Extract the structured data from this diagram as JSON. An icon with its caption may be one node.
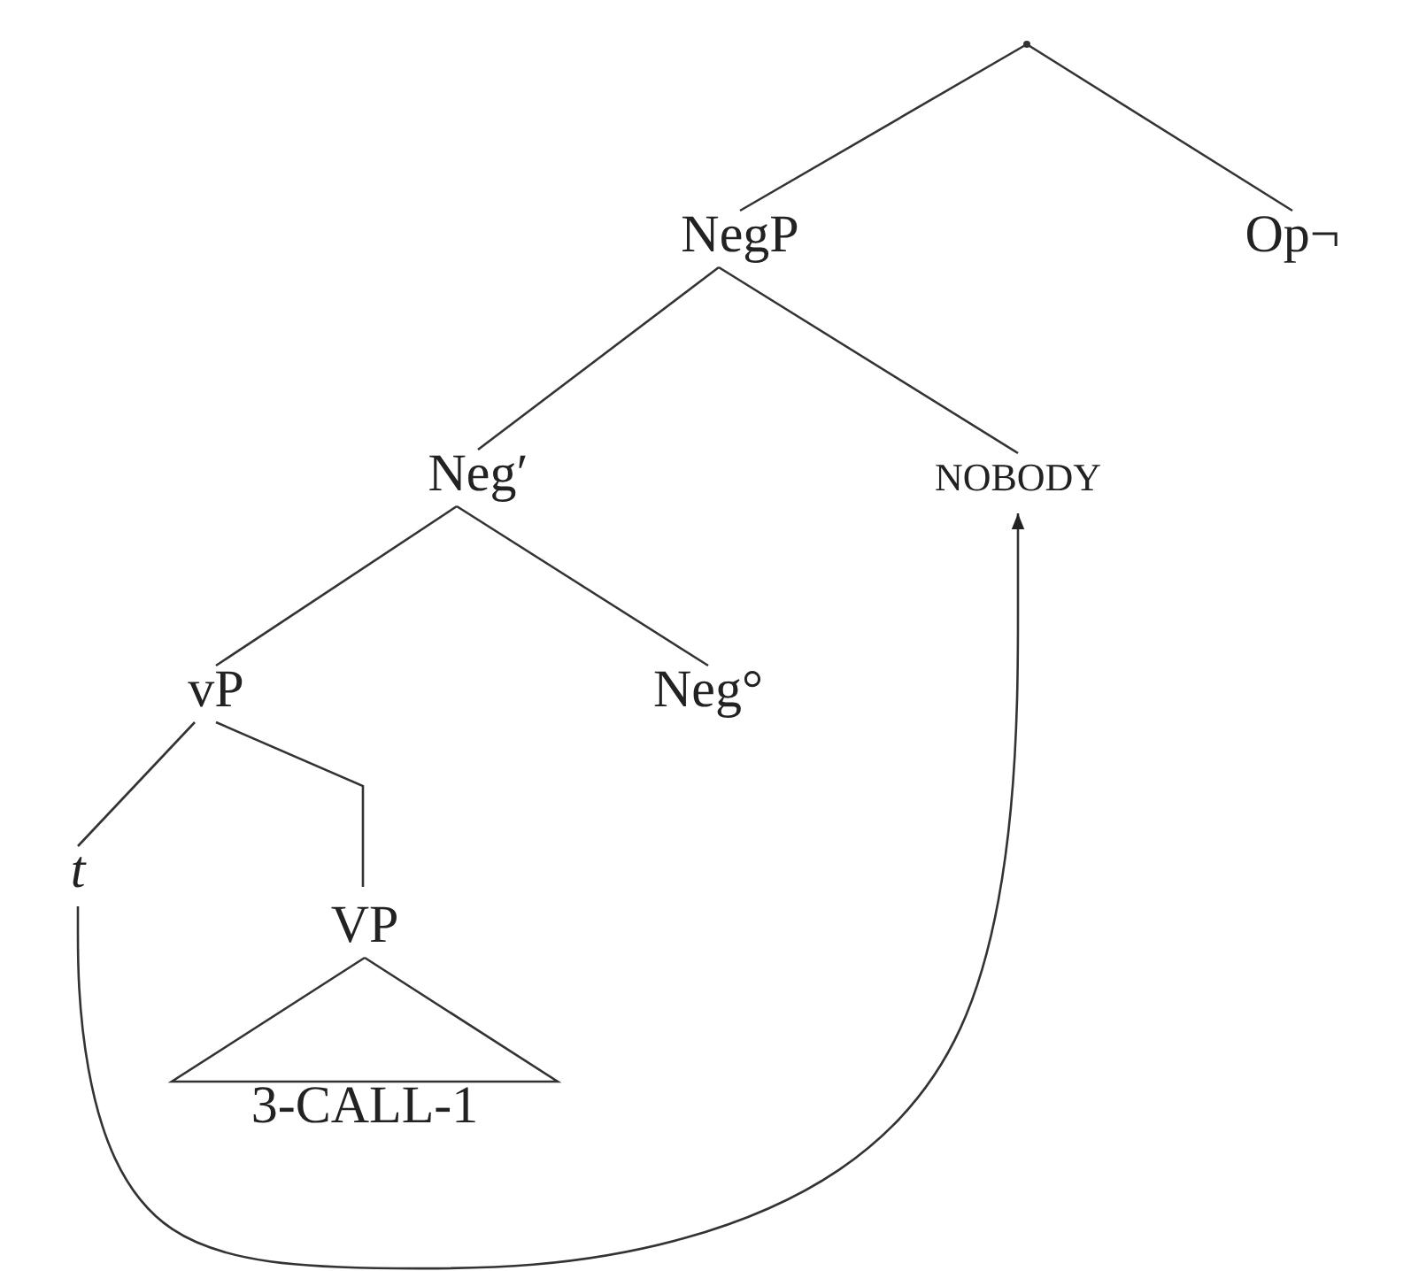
{
  "diagram": {
    "nodes": [
      {
        "text": [],
        "shape": "point"
      },
      {
        "text": [
          "NegP"
        ]
      },
      {
        "text": [
          "Op¬"
        ]
      },
      {
        "text": [
          "Neg′"
        ]
      },
      {
        "text": [
          "NOBODY"
        ]
      },
      {
        "text": [
          "vP"
        ]
      },
      {
        "text": [
          "Neg°"
        ]
      },
      {
        "text": [
          "t"
        ]
      },
      {
        "text": [
          "VP"
        ]
      },
      {
        "text": [
          "3-CALL-1"
        ]
      }
    ],
    "edges": [
      {
        "from": 0,
        "to": 1,
        "arrow": "none"
      },
      {
        "from": 0,
        "to": 2,
        "arrow": "none"
      },
      {
        "from": 1,
        "to": 3,
        "arrow": "none"
      },
      {
        "from": 1,
        "to": 4,
        "arrow": "none"
      },
      {
        "from": 3,
        "to": 5,
        "arrow": "none"
      },
      {
        "from": 3,
        "to": 6,
        "arrow": "none"
      },
      {
        "from": 5,
        "to": 7,
        "arrow": "none"
      },
      {
        "from": 5,
        "to": 8,
        "arrow": "none"
      },
      {
        "from": 8,
        "to": 9,
        "arrow": "none"
      },
      {
        "from": 7,
        "to": 4,
        "arrow": "to"
      }
    ]
  }
}
